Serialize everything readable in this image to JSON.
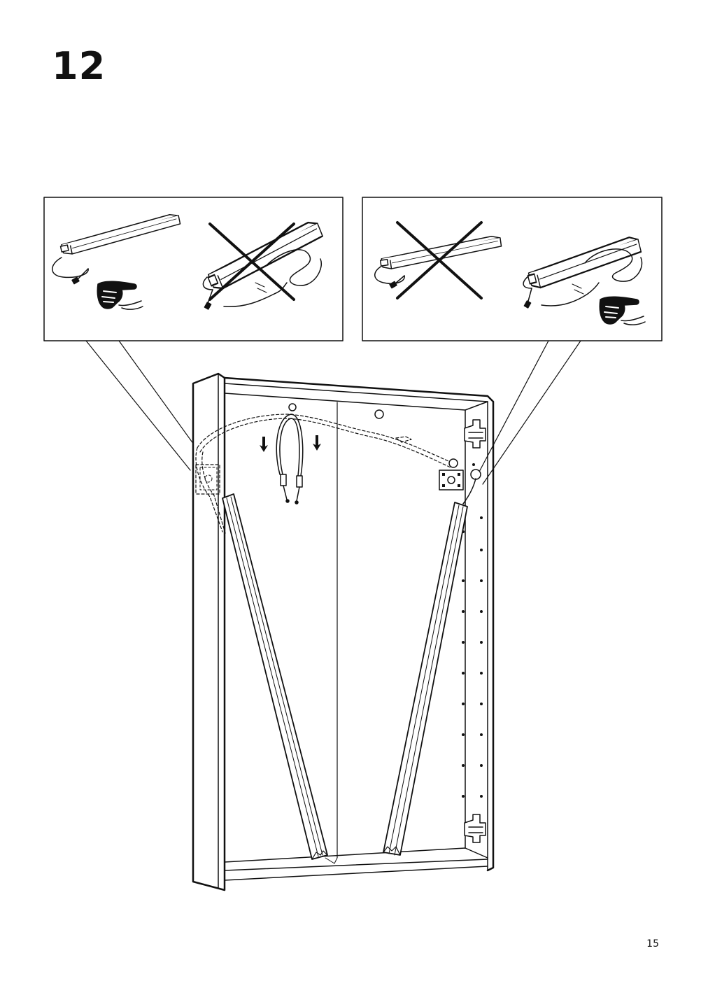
{
  "page": {
    "step_number": "12",
    "page_number": "15"
  },
  "detail_panels": [
    {
      "correct_option": "left-strip-short-cable",
      "incorrect_option": "right-strip-long-cable"
    },
    {
      "correct_option": "right-strip-long-cable",
      "incorrect_option": "left-strip-short-cable"
    }
  ],
  "icons": [
    "pointing-hand-icon",
    "cross-out-icon",
    "down-arrow-icon",
    "cable-break-icon"
  ],
  "colors": {
    "ink": "#111111",
    "paper": "#ffffff"
  }
}
